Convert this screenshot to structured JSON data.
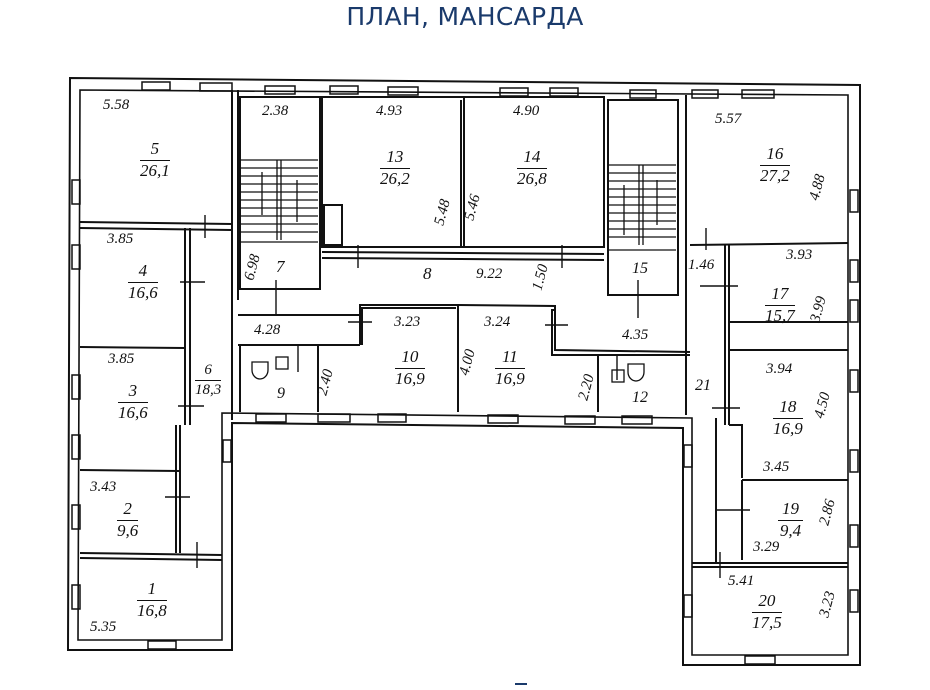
{
  "title": "ПЛАН, МАНСАРДА",
  "rooms": [
    {
      "id": "1",
      "number": "1",
      "area": "16,8"
    },
    {
      "id": "2",
      "number": "2",
      "area": "9,6"
    },
    {
      "id": "3",
      "number": "3",
      "area": "16,6"
    },
    {
      "id": "4",
      "number": "4",
      "area": "16,6"
    },
    {
      "id": "5",
      "number": "5",
      "area": "26,1"
    },
    {
      "id": "6",
      "number": "6",
      "area": "18,3"
    },
    {
      "id": "7",
      "number": "7"
    },
    {
      "id": "8",
      "number": "8"
    },
    {
      "id": "9",
      "number": "9"
    },
    {
      "id": "10",
      "number": "10",
      "area": "16,9"
    },
    {
      "id": "11",
      "number": "11",
      "area": "16,9"
    },
    {
      "id": "12",
      "number": "12"
    },
    {
      "id": "13",
      "number": "13",
      "area": "26,2"
    },
    {
      "id": "14",
      "number": "14",
      "area": "26,8"
    },
    {
      "id": "15",
      "number": "15"
    },
    {
      "id": "16",
      "number": "16",
      "area": "27,2"
    },
    {
      "id": "17",
      "number": "17",
      "area": "15,7"
    },
    {
      "id": "18",
      "number": "18",
      "area": "16,9"
    },
    {
      "id": "19",
      "number": "19",
      "area": "9,4"
    },
    {
      "id": "20",
      "number": "20",
      "area": "17,5"
    },
    {
      "id": "21",
      "number": "21"
    }
  ],
  "dimensions": {
    "r5_width": "5.58",
    "r4_width": "3.85",
    "r3_width": "3.85",
    "r2_width": "3.43",
    "r1_width": "5.35",
    "r7_top": "2.38",
    "r7_side": "6.98",
    "r13_width": "4.93",
    "r13_side": "5.48",
    "r14_width": "4.90",
    "r14_side": "5.46",
    "corridor8_len": "9.22",
    "corridor8_width": "1.50",
    "hall_left": "4.28",
    "hall_right": "4.35",
    "r10_width": "3.23",
    "r10_side": "2.40",
    "r11_width": "3.24",
    "r11_side": "2.20",
    "r10_11_wall": "4.00",
    "r16_width": "5.57",
    "r16_side": "4.88",
    "corr21_width": "1.46",
    "r17_width": "3.93",
    "r17_side": "3.99",
    "r18_width": "3.94",
    "r18_side": "4.50",
    "r18_bottom": "3.45",
    "r19_width": "3.29",
    "r19_side": "2.86",
    "r20_width": "5.41",
    "r20_side": "3.23"
  },
  "colors": {
    "title": "#1a3a6b",
    "lines": "#111111",
    "background": "#ffffff"
  }
}
